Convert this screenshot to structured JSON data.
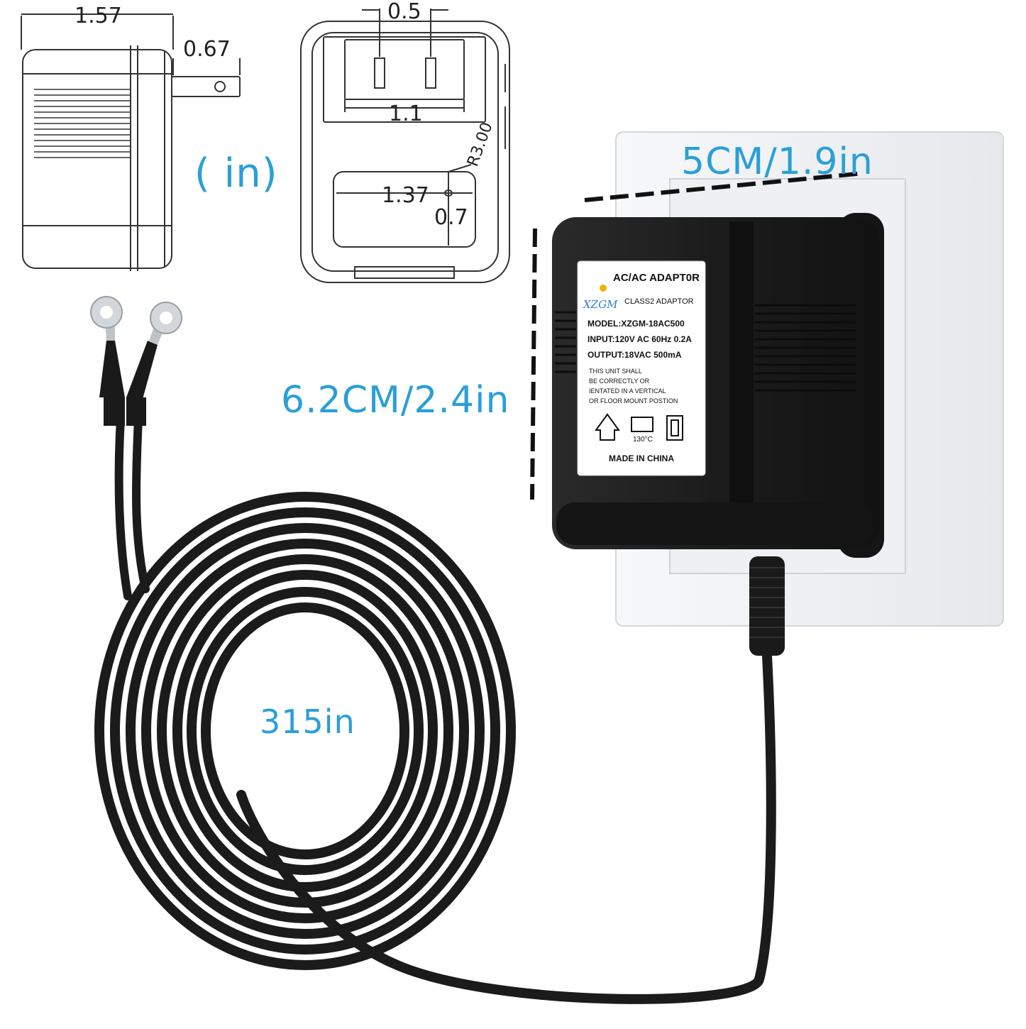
{
  "drawing": {
    "units_label": "( in)",
    "dimensions": {
      "side_width": "1.57",
      "prong_length": "0.67",
      "prong_spacing": "0.5",
      "plug_width": "1.1",
      "bottom_recess_width": "1.37",
      "bottom_recess_height": "0.7",
      "corner_radius": "R3.00"
    }
  },
  "product": {
    "width_label": "5CM/1.9in",
    "height_label": "6.2CM/2.4in",
    "cable_length_label": "315in",
    "adapter_label": {
      "title": "AC/AC ADAPT0R",
      "brand": "XZGM",
      "subtitle": "CLASS2 ADAPTOR",
      "model": "MODEL:XZGM-18AC500",
      "input": "INPUT:120V AC 60Hz 0.2A",
      "output": "OUTPUT:18VAC 500mA",
      "notice_1": "THIS UNIT SHALL",
      "notice_2": "BE CORRECTLY OR",
      "notice_3": "IENTATED IN A VERTICAL",
      "notice_4": "OR FLOOR MOUNT POSTION",
      "temp": "130°C",
      "origin": "MADE IN CHINA"
    }
  },
  "colors": {
    "accent_blue": "#2a9fd8",
    "adapter_black": "#1b1b1b",
    "wall_plate": "#f2f3f5"
  }
}
